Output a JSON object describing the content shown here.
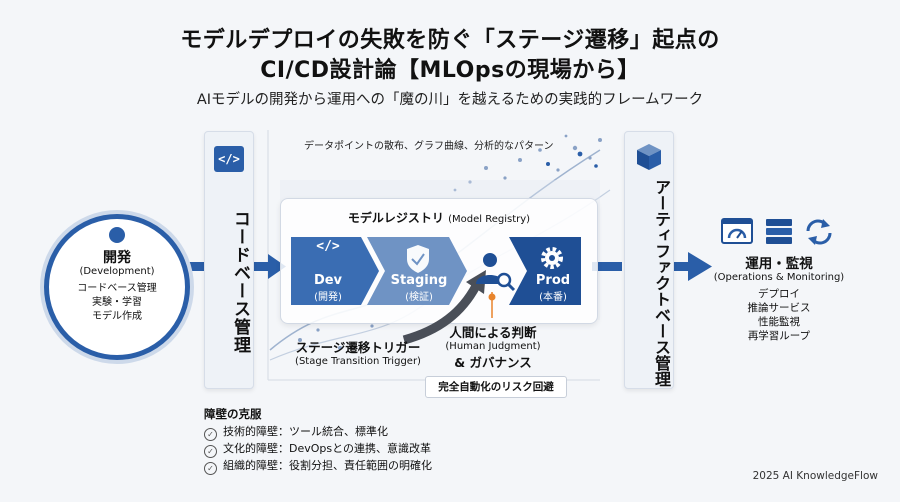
{
  "header": {
    "title_line1": "モデルデプロイの失敗を防ぐ「ステージ遷移」起点の",
    "title_line2": "CI/CD設計論【MLOpsの現場から】",
    "subtitle": "AIモデルの開発から運用への「魔の川」を越えるための実践的フレームワーク"
  },
  "chart_caption": "データポイントの散布、グラフ曲線、分析的なパターン",
  "development": {
    "title": "開発",
    "subtitle": "(Development)",
    "items": [
      "コードベース管理",
      "実験・学習",
      "モデル作成"
    ]
  },
  "code_panel": {
    "label": "コードベース管理",
    "icon": "code-icon",
    "icon_glyph": "</>"
  },
  "artifact_panel": {
    "label": "アーティファクトベース管理",
    "icon": "package-icon"
  },
  "registry": {
    "title": "モデルレジストリ",
    "title_en": "(Model Registry)",
    "stages": [
      {
        "name": "Dev",
        "sub": "(開発)",
        "icon": "code-icon",
        "icon_glyph": "</>"
      },
      {
        "name": "Staging",
        "sub": "(検証)",
        "icon": "shield-check-icon"
      },
      {
        "name": "Prod",
        "sub": "(本番)",
        "icon": "gear-icon"
      }
    ]
  },
  "human_judgment": {
    "icon": "user-search-icon",
    "title": "人間による判断",
    "title_en": "(Human Judgment)",
    "governance": "& ガバナンス"
  },
  "trigger": {
    "title": "ステージ遷移トリガー",
    "title_en": "(Stage Transition Trigger)"
  },
  "note": "完全自動化のリスク回避",
  "operations": {
    "icons": [
      "gauge-icon",
      "server-icon",
      "refresh-icon"
    ],
    "title": "運用・監視",
    "subtitle": "(Operations & Monitoring)",
    "items": [
      "デプロイ",
      "推論サービス",
      "性能監視",
      "再学習ループ"
    ]
  },
  "barriers": {
    "title": "障壁の克服",
    "items": [
      "技術的障壁：ツール統合、標準化",
      "文化的障壁：DevOpsとの連携、意識改革",
      "組織的障壁：役割分担、責任範囲の明確化"
    ]
  },
  "footer": "2025 AI KnowledgeFlow",
  "colors": {
    "primary": "#2a5ea8",
    "dark": "#1f4f95",
    "accent": "#e8842c",
    "arrow_gray": "#4a4f58"
  }
}
